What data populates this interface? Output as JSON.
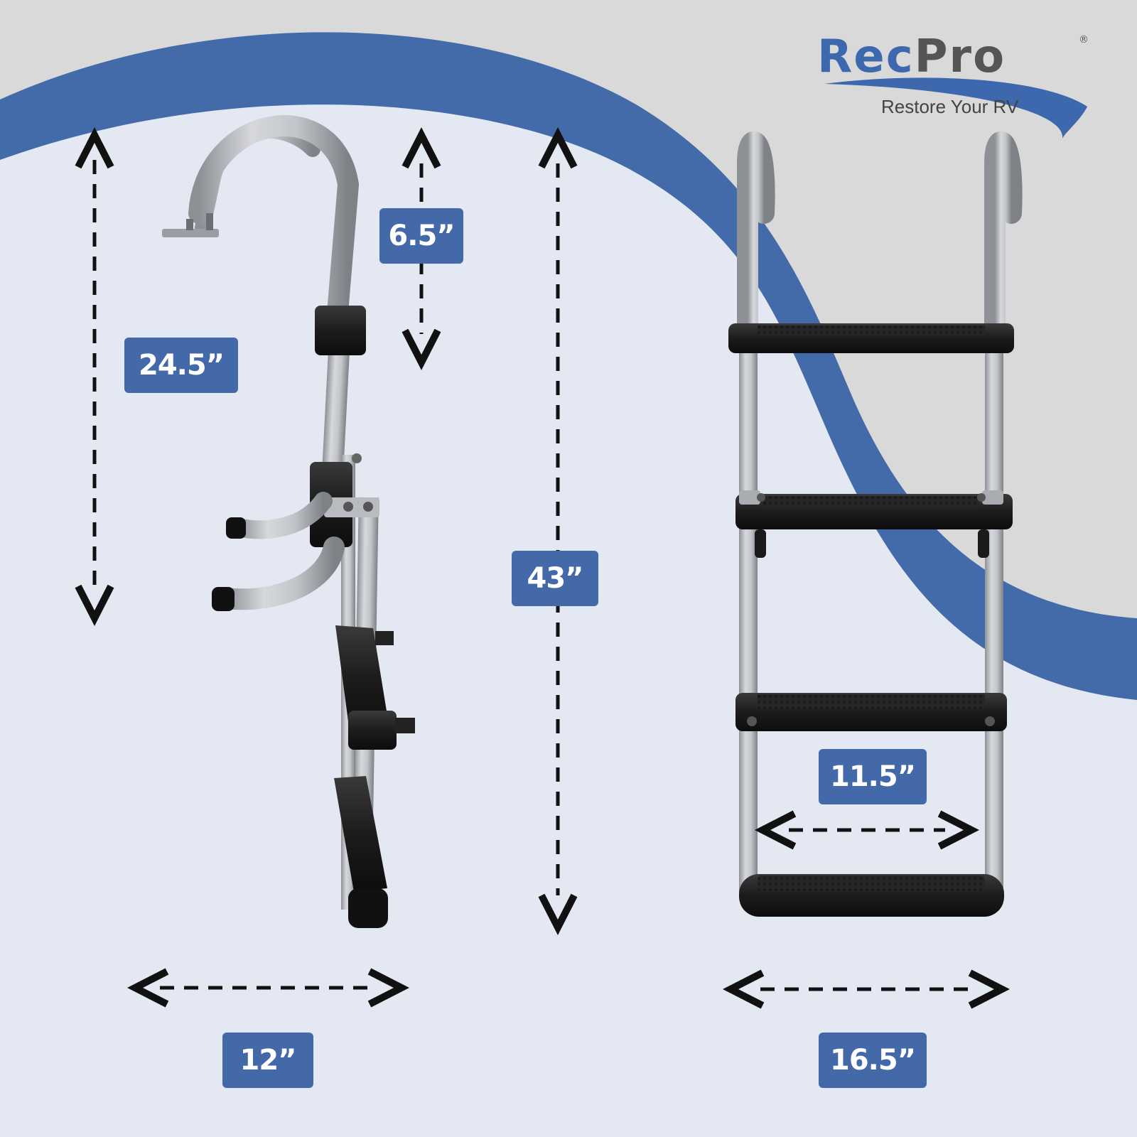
{
  "brand": {
    "name_part1": "Rec",
    "name_part2": "Pro",
    "registered_mark": "®",
    "tagline": "Restore Your RV"
  },
  "dimensions": {
    "upper_section_height": "24.5”",
    "hook_depth": "6.5”",
    "total_height": "43”",
    "side_depth": "12”",
    "inner_width": "11.5”",
    "overall_width": "16.5”"
  },
  "colors": {
    "accent_blue": "#4469a9",
    "wave_blue": "#436aa9",
    "background_light": "#e3e8f2",
    "texture_gray": "#d8d8d8",
    "aluminum": "#b5b8bd",
    "step_black": "#1a1a1a"
  },
  "ladder": {
    "side_view_step_count": 3,
    "front_view_step_count": 4
  }
}
